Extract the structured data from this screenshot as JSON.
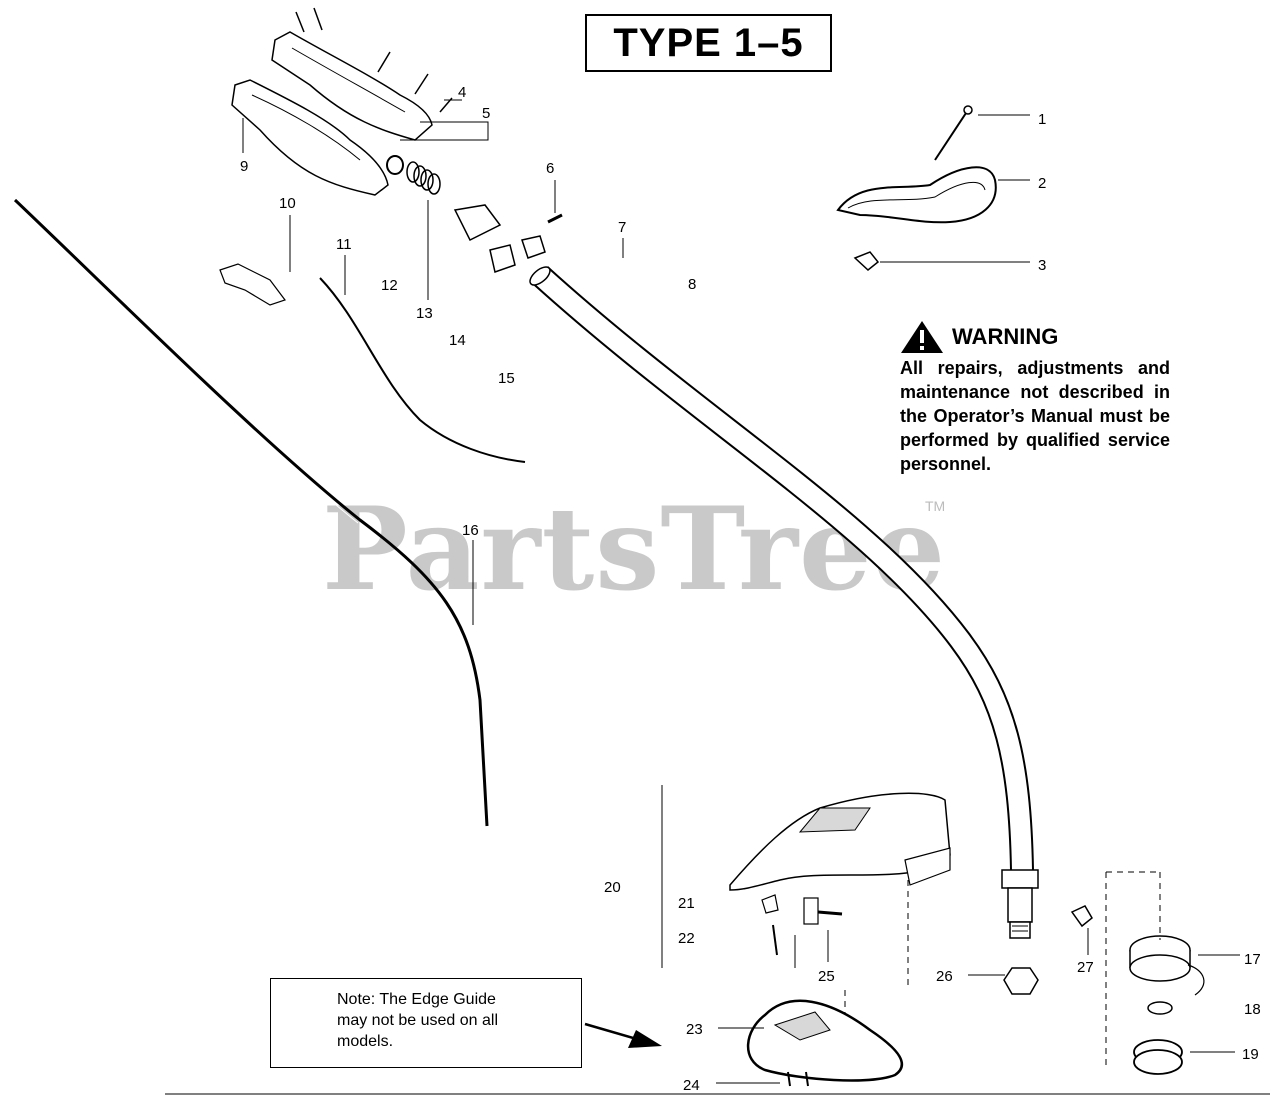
{
  "title": "TYPE 1–5",
  "watermark": {
    "text": "PartsTree",
    "tm": "TM"
  },
  "warning": {
    "heading": "WARNING",
    "text": "All repairs, adjustments and maintenance not described in the Operator’s Manual must be performed by qualified service personnel.",
    "icon": "warning-triangle-icon"
  },
  "note": {
    "line1": "Note: The Edge Guide",
    "line2": "may not be used on all",
    "line3": "models."
  },
  "callouts": [
    "1",
    "2",
    "3",
    "4",
    "5",
    "6",
    "7",
    "8",
    "9",
    "10",
    "11",
    "12",
    "13",
    "14",
    "15",
    "16",
    "17",
    "18",
    "19",
    "20",
    "21",
    "22",
    "23",
    "24",
    "25",
    "26",
    "27"
  ]
}
